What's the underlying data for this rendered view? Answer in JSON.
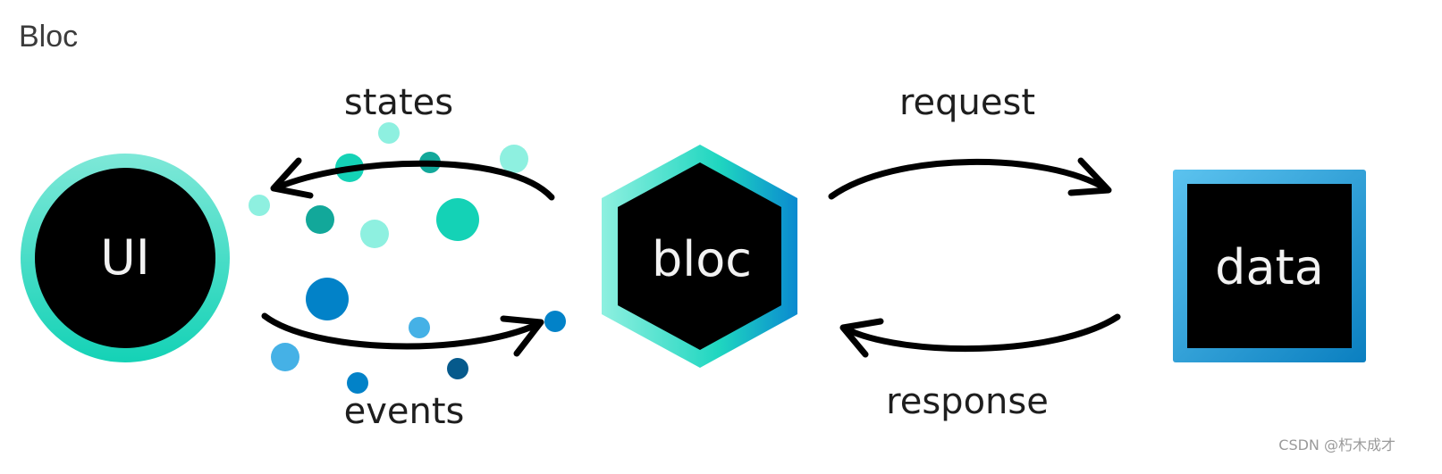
{
  "title": "Bloc",
  "nodes": {
    "ui": "UI",
    "bloc": "bloc",
    "data": "data"
  },
  "edges": {
    "states": "states",
    "events": "events",
    "request": "request",
    "response": "response"
  },
  "watermark": "CSDN @朽木成才",
  "colors": {
    "teal": "#00d1b2",
    "teal_light": "#8ef0e0",
    "blue": "#0282c8",
    "blue_light": "#45b1e6",
    "node_fill": "#000000"
  }
}
